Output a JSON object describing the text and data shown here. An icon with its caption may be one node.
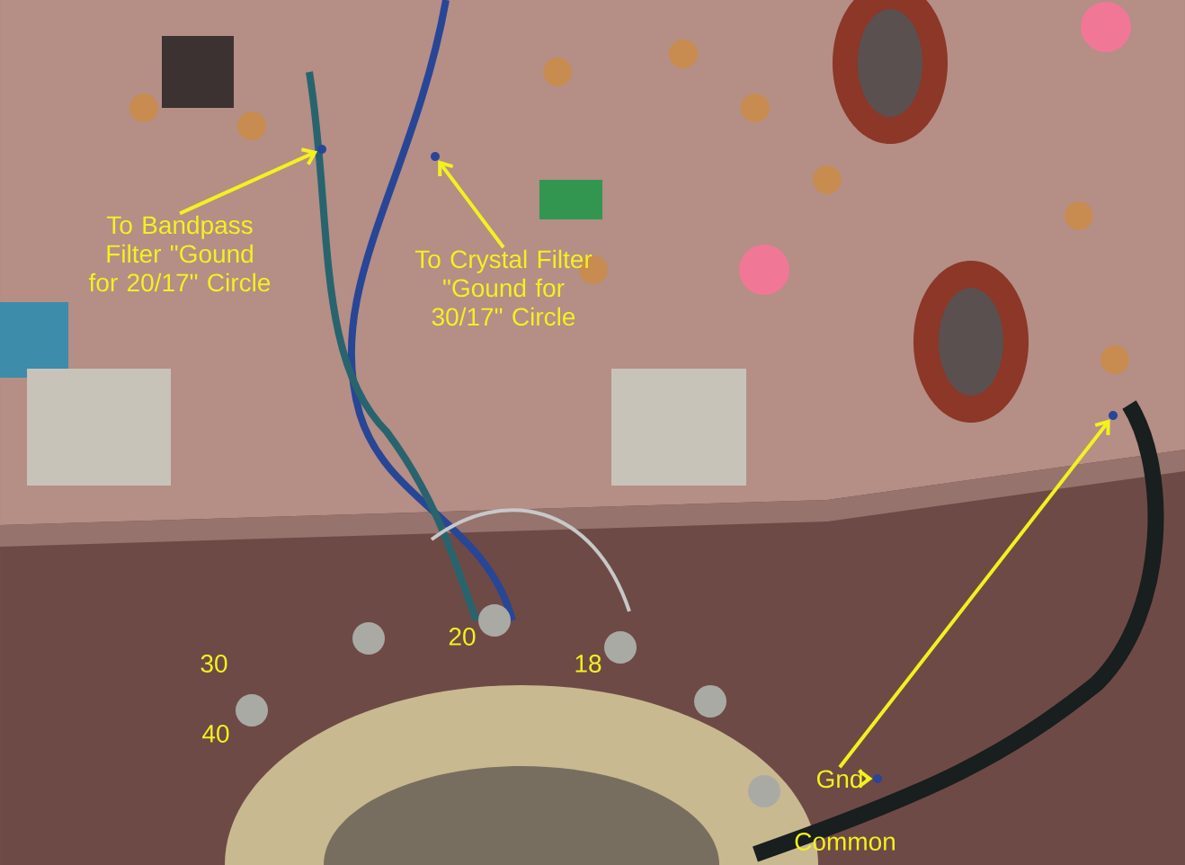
{
  "diagram": {
    "nodes": [
      {
        "text": [
          "To Bandpass Filter \"Gound for 20/17\" Circle"
        ]
      },
      {
        "text": [],
        "shape": "picture"
      },
      {
        "text": [
          "To Crystal Filter \"Gound for 30/17\" Circle"
        ]
      },
      {
        "text": [],
        "shape": "picture"
      },
      {
        "text": [
          "Gnd"
        ]
      },
      {
        "text": [],
        "shape": "picture"
      },
      {
        "text": [],
        "shape": "picture"
      }
    ],
    "edges": [
      {
        "from": 0,
        "to": 1,
        "arrow": "to"
      },
      {
        "from": 2,
        "to": 3,
        "arrow": "to"
      },
      {
        "from": 4,
        "to": 5,
        "arrow": "to"
      },
      {
        "from": 4,
        "to": 6,
        "arrow": "to"
      }
    ],
    "labels": [
      "30",
      "20",
      "18",
      "40",
      "Common"
    ]
  }
}
